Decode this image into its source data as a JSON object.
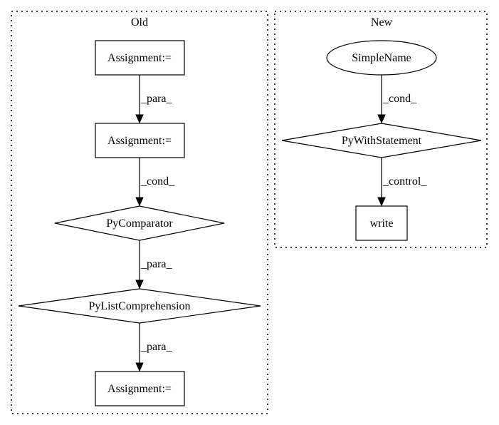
{
  "clusters": {
    "old": {
      "title": "Old"
    },
    "new": {
      "title": "New"
    }
  },
  "nodes": {
    "old_assign_1": {
      "label": "Assignment:=",
      "shape": "box"
    },
    "old_assign_2": {
      "label": "Assignment:=",
      "shape": "box"
    },
    "old_comparator": {
      "label": "PyComparator",
      "shape": "diamond"
    },
    "old_listcomp": {
      "label": "PyListComprehension",
      "shape": "diamond"
    },
    "old_assign_3": {
      "label": "Assignment:=",
      "shape": "box"
    },
    "new_simplename": {
      "label": "SimpleName",
      "shape": "ellipse"
    },
    "new_with": {
      "label": "PyWithStatement",
      "shape": "diamond"
    },
    "new_write": {
      "label": "write",
      "shape": "box"
    }
  },
  "edges": {
    "old_e1": {
      "from": "old_assign_1",
      "to": "old_assign_2",
      "label": "_para_"
    },
    "old_e2": {
      "from": "old_assign_2",
      "to": "old_comparator",
      "label": "_cond_"
    },
    "old_e3": {
      "from": "old_comparator",
      "to": "old_listcomp",
      "label": "_para_"
    },
    "old_e4": {
      "from": "old_listcomp",
      "to": "old_assign_3",
      "label": "_para_"
    },
    "new_e1": {
      "from": "new_simplename",
      "to": "new_with",
      "label": "_cond_"
    },
    "new_e2": {
      "from": "new_with",
      "to": "new_write",
      "label": "_control_"
    }
  }
}
